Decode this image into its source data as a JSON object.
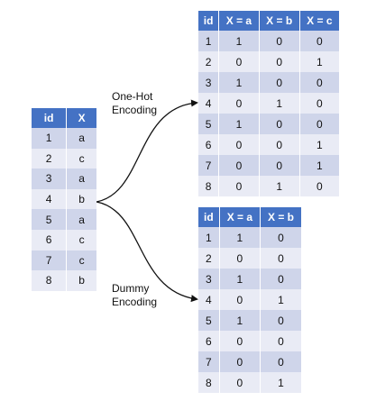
{
  "original": {
    "headers": [
      "id",
      "X"
    ],
    "rows": [
      [
        "1",
        "a"
      ],
      [
        "2",
        "c"
      ],
      [
        "3",
        "a"
      ],
      [
        "4",
        "b"
      ],
      [
        "5",
        "a"
      ],
      [
        "6",
        "c"
      ],
      [
        "7",
        "c"
      ],
      [
        "8",
        "b"
      ]
    ]
  },
  "onehot": {
    "label_line1": "One-Hot",
    "label_line2": "Encoding",
    "headers": [
      "id",
      "X = a",
      "X = b",
      "X = c"
    ],
    "rows": [
      [
        "1",
        "1",
        "0",
        "0"
      ],
      [
        "2",
        "0",
        "0",
        "1"
      ],
      [
        "3",
        "1",
        "0",
        "0"
      ],
      [
        "4",
        "0",
        "1",
        "0"
      ],
      [
        "5",
        "1",
        "0",
        "0"
      ],
      [
        "6",
        "0",
        "0",
        "1"
      ],
      [
        "7",
        "0",
        "0",
        "1"
      ],
      [
        "8",
        "0",
        "1",
        "0"
      ]
    ]
  },
  "dummy": {
    "label_line1": "Dummy",
    "label_line2": "Encoding",
    "headers": [
      "id",
      "X = a",
      "X = b"
    ],
    "rows": [
      [
        "1",
        "1",
        "0"
      ],
      [
        "2",
        "0",
        "0"
      ],
      [
        "3",
        "1",
        "0"
      ],
      [
        "4",
        "0",
        "1"
      ],
      [
        "5",
        "1",
        "0"
      ],
      [
        "6",
        "0",
        "0"
      ],
      [
        "7",
        "0",
        "0"
      ],
      [
        "8",
        "0",
        "1"
      ]
    ]
  },
  "colors": {
    "header_bg": "#4472c4",
    "row_odd": "#cfd5ea",
    "row_even": "#e9ebf5",
    "arrow": "#111111"
  }
}
